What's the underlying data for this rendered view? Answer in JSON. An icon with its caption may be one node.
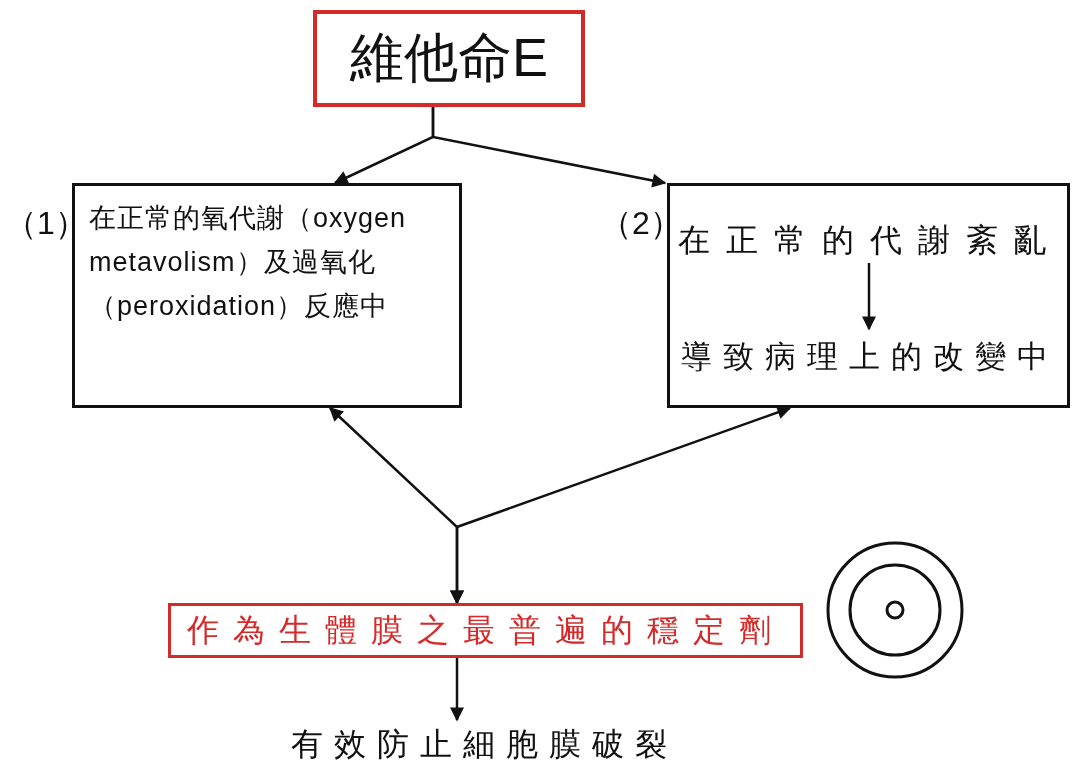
{
  "diagram": {
    "nodes": [
      {
        "text": [
          "維他命E"
        ]
      },
      {
        "text": [
          "在正常的氧代謝（oxygen metavolism）及過氧化（peroxidation）反應中"
        ],
        "beside": [
          "（1）"
        ]
      },
      {
        "text": [],
        "shape": "box",
        "beside": [
          "（2）"
        ]
      },
      {
        "text": [
          "在正常的代謝紊亂"
        ],
        "in": 2
      },
      {
        "text": [
          "導致病理上的改變中"
        ],
        "in": 2
      },
      {
        "text": [
          "作為生體膜之最普遍的穩定劑"
        ]
      },
      {
        "text": [
          "有效防止細胞膜破裂"
        ]
      }
    ],
    "edges": [
      {
        "from": 0,
        "to": 1,
        "arrow": "to"
      },
      {
        "from": 0,
        "to": 2,
        "arrow": "to"
      },
      {
        "from": 3,
        "to": 4,
        "arrow": "to"
      },
      {
        "from": 1,
        "to": 5,
        "arrow": "both"
      },
      {
        "from": 2,
        "to": 5,
        "arrow": "both"
      },
      {
        "from": 5,
        "to": 6,
        "arrow": "to"
      }
    ]
  }
}
